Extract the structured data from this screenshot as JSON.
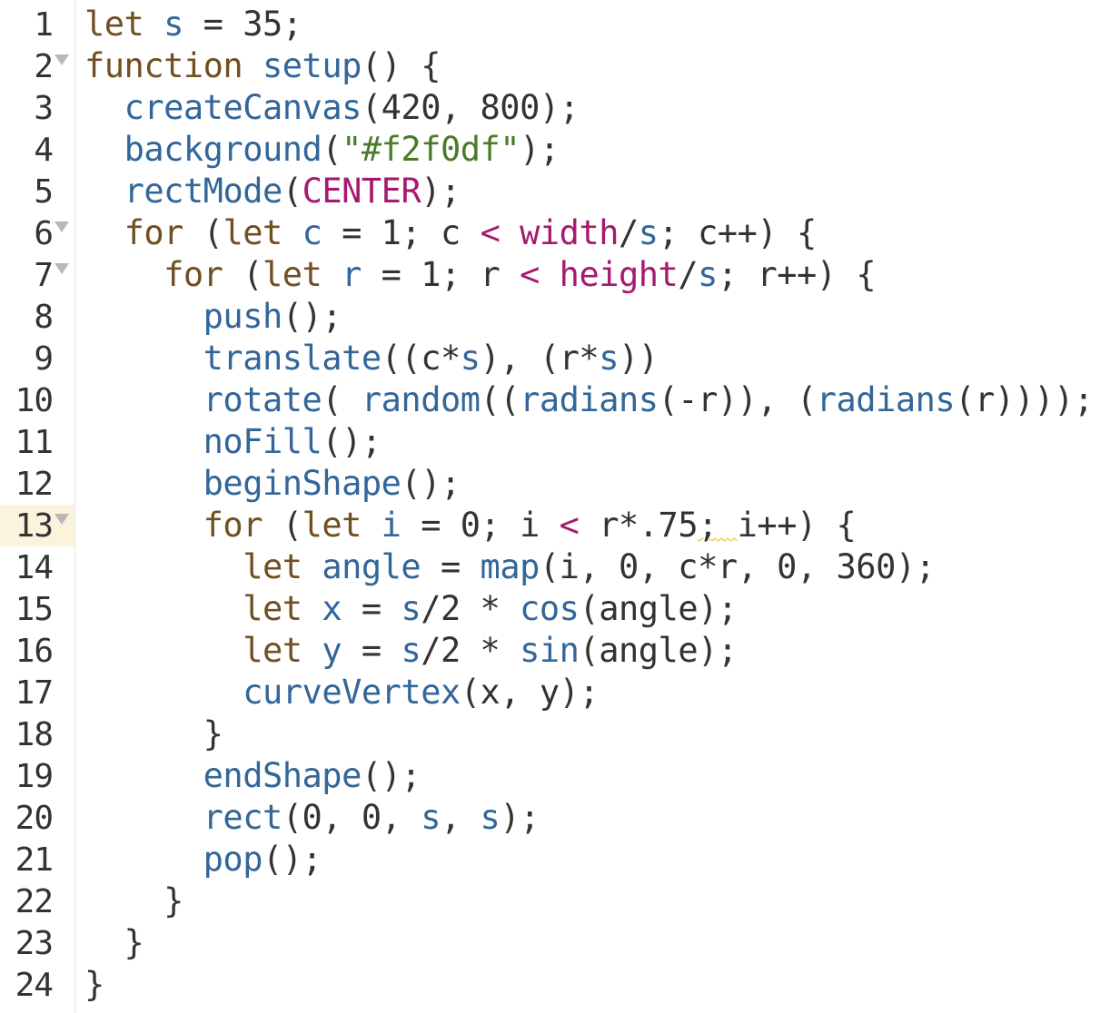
{
  "colors": {
    "keyword": "#704f21",
    "function": "#336699",
    "constant": "#a6196f",
    "string": "#4a7b26",
    "plain": "#333333",
    "active_line": "#fbf3db",
    "fold_marker": "#b8b8b8"
  },
  "active_line": 13,
  "lines": [
    {
      "n": "1",
      "fold": false,
      "tokens": [
        {
          "t": "let",
          "k": "kw"
        },
        {
          "t": " ",
          "k": "plain"
        },
        {
          "t": "s",
          "k": "var"
        },
        {
          "t": " = 35;",
          "k": "plain"
        }
      ]
    },
    {
      "n": "2",
      "fold": true,
      "tokens": [
        {
          "t": "function",
          "k": "kw"
        },
        {
          "t": " ",
          "k": "plain"
        },
        {
          "t": "setup",
          "k": "fn"
        },
        {
          "t": "() {",
          "k": "plain"
        }
      ]
    },
    {
      "n": "3",
      "fold": false,
      "tokens": [
        {
          "t": "  ",
          "k": "plain"
        },
        {
          "t": "createCanvas",
          "k": "fn"
        },
        {
          "t": "(420, 800);",
          "k": "plain"
        }
      ]
    },
    {
      "n": "4",
      "fold": false,
      "tokens": [
        {
          "t": "  ",
          "k": "plain"
        },
        {
          "t": "background",
          "k": "fn"
        },
        {
          "t": "(",
          "k": "plain"
        },
        {
          "t": "\"#f2f0df\"",
          "k": "str"
        },
        {
          "t": ");",
          "k": "plain"
        }
      ]
    },
    {
      "n": "5",
      "fold": false,
      "tokens": [
        {
          "t": "  ",
          "k": "plain"
        },
        {
          "t": "rectMode",
          "k": "fn"
        },
        {
          "t": "(",
          "k": "plain"
        },
        {
          "t": "CENTER",
          "k": "const"
        },
        {
          "t": ");",
          "k": "plain"
        }
      ]
    },
    {
      "n": "6",
      "fold": true,
      "tokens": [
        {
          "t": "  ",
          "k": "plain"
        },
        {
          "t": "for",
          "k": "kw"
        },
        {
          "t": " (",
          "k": "plain"
        },
        {
          "t": "let",
          "k": "kw"
        },
        {
          "t": " ",
          "k": "plain"
        },
        {
          "t": "c",
          "k": "var"
        },
        {
          "t": " = 1; c ",
          "k": "plain"
        },
        {
          "t": "<",
          "k": "const"
        },
        {
          "t": " ",
          "k": "plain"
        },
        {
          "t": "width",
          "k": "const"
        },
        {
          "t": "/",
          "k": "plain"
        },
        {
          "t": "s",
          "k": "var"
        },
        {
          "t": "; c++) {",
          "k": "plain"
        }
      ]
    },
    {
      "n": "7",
      "fold": true,
      "tokens": [
        {
          "t": "    ",
          "k": "plain"
        },
        {
          "t": "for",
          "k": "kw"
        },
        {
          "t": " (",
          "k": "plain"
        },
        {
          "t": "let",
          "k": "kw"
        },
        {
          "t": " ",
          "k": "plain"
        },
        {
          "t": "r",
          "k": "var"
        },
        {
          "t": " = 1; r ",
          "k": "plain"
        },
        {
          "t": "<",
          "k": "const"
        },
        {
          "t": " ",
          "k": "plain"
        },
        {
          "t": "height",
          "k": "const"
        },
        {
          "t": "/",
          "k": "plain"
        },
        {
          "t": "s",
          "k": "var"
        },
        {
          "t": "; r++) {",
          "k": "plain"
        }
      ]
    },
    {
      "n": "8",
      "fold": false,
      "tokens": [
        {
          "t": "      ",
          "k": "plain"
        },
        {
          "t": "push",
          "k": "fn"
        },
        {
          "t": "();",
          "k": "plain"
        }
      ]
    },
    {
      "n": "9",
      "fold": false,
      "tokens": [
        {
          "t": "      ",
          "k": "plain"
        },
        {
          "t": "translate",
          "k": "fn"
        },
        {
          "t": "((c*",
          "k": "plain"
        },
        {
          "t": "s",
          "k": "var"
        },
        {
          "t": "), (r*",
          "k": "plain"
        },
        {
          "t": "s",
          "k": "var"
        },
        {
          "t": "))",
          "k": "plain"
        }
      ]
    },
    {
      "n": "10",
      "fold": false,
      "tokens": [
        {
          "t": "      ",
          "k": "plain"
        },
        {
          "t": "rotate",
          "k": "fn"
        },
        {
          "t": "( ",
          "k": "plain"
        },
        {
          "t": "random",
          "k": "fn"
        },
        {
          "t": "((",
          "k": "plain"
        },
        {
          "t": "radians",
          "k": "fn"
        },
        {
          "t": "(-r)), (",
          "k": "plain"
        },
        {
          "t": "radians",
          "k": "fn"
        },
        {
          "t": "(r))));",
          "k": "plain"
        }
      ]
    },
    {
      "n": "11",
      "fold": false,
      "tokens": [
        {
          "t": "      ",
          "k": "plain"
        },
        {
          "t": "noFill",
          "k": "fn"
        },
        {
          "t": "();",
          "k": "plain"
        }
      ]
    },
    {
      "n": "12",
      "fold": false,
      "tokens": [
        {
          "t": "      ",
          "k": "plain"
        },
        {
          "t": "beginShape",
          "k": "fn"
        },
        {
          "t": "();",
          "k": "plain"
        }
      ]
    },
    {
      "n": "13",
      "fold": true,
      "tokens": [
        {
          "t": "      ",
          "k": "plain"
        },
        {
          "t": "for",
          "k": "kw"
        },
        {
          "t": " (",
          "k": "plain"
        },
        {
          "t": "let",
          "k": "kw"
        },
        {
          "t": " ",
          "k": "plain"
        },
        {
          "t": "i",
          "k": "var"
        },
        {
          "t": " = 0; i ",
          "k": "plain"
        },
        {
          "t": "<",
          "k": "const"
        },
        {
          "t": " r*.75",
          "k": "plain"
        },
        {
          "t": "; ",
          "k": "squiggle"
        },
        {
          "t": "i++) {",
          "k": "plain"
        }
      ]
    },
    {
      "n": "14",
      "fold": false,
      "tokens": [
        {
          "t": "        ",
          "k": "plain"
        },
        {
          "t": "let",
          "k": "kw"
        },
        {
          "t": " ",
          "k": "plain"
        },
        {
          "t": "angle",
          "k": "var"
        },
        {
          "t": " = ",
          "k": "plain"
        },
        {
          "t": "map",
          "k": "fn"
        },
        {
          "t": "(i, 0, c*r, 0, 360);",
          "k": "plain"
        }
      ]
    },
    {
      "n": "15",
      "fold": false,
      "tokens": [
        {
          "t": "        ",
          "k": "plain"
        },
        {
          "t": "let",
          "k": "kw"
        },
        {
          "t": " ",
          "k": "plain"
        },
        {
          "t": "x",
          "k": "var"
        },
        {
          "t": " = ",
          "k": "plain"
        },
        {
          "t": "s",
          "k": "var"
        },
        {
          "t": "/2 * ",
          "k": "plain"
        },
        {
          "t": "cos",
          "k": "fn"
        },
        {
          "t": "(angle);",
          "k": "plain"
        }
      ]
    },
    {
      "n": "16",
      "fold": false,
      "tokens": [
        {
          "t": "        ",
          "k": "plain"
        },
        {
          "t": "let",
          "k": "kw"
        },
        {
          "t": " ",
          "k": "plain"
        },
        {
          "t": "y",
          "k": "var"
        },
        {
          "t": " = ",
          "k": "plain"
        },
        {
          "t": "s",
          "k": "var"
        },
        {
          "t": "/2 * ",
          "k": "plain"
        },
        {
          "t": "sin",
          "k": "fn"
        },
        {
          "t": "(angle);",
          "k": "plain"
        }
      ]
    },
    {
      "n": "17",
      "fold": false,
      "tokens": [
        {
          "t": "        ",
          "k": "plain"
        },
        {
          "t": "curveVertex",
          "k": "fn"
        },
        {
          "t": "(x, y);",
          "k": "plain"
        }
      ]
    },
    {
      "n": "18",
      "fold": false,
      "tokens": [
        {
          "t": "      }",
          "k": "plain"
        }
      ]
    },
    {
      "n": "19",
      "fold": false,
      "tokens": [
        {
          "t": "      ",
          "k": "plain"
        },
        {
          "t": "endShape",
          "k": "fn"
        },
        {
          "t": "();",
          "k": "plain"
        }
      ]
    },
    {
      "n": "20",
      "fold": false,
      "tokens": [
        {
          "t": "      ",
          "k": "plain"
        },
        {
          "t": "rect",
          "k": "fn"
        },
        {
          "t": "(0, 0, ",
          "k": "plain"
        },
        {
          "t": "s",
          "k": "var"
        },
        {
          "t": ", ",
          "k": "plain"
        },
        {
          "t": "s",
          "k": "var"
        },
        {
          "t": ");",
          "k": "plain"
        }
      ]
    },
    {
      "n": "21",
      "fold": false,
      "tokens": [
        {
          "t": "      ",
          "k": "plain"
        },
        {
          "t": "pop",
          "k": "fn"
        },
        {
          "t": "();",
          "k": "plain"
        }
      ]
    },
    {
      "n": "22",
      "fold": false,
      "tokens": [
        {
          "t": "    }",
          "k": "plain"
        }
      ]
    },
    {
      "n": "23",
      "fold": false,
      "tokens": [
        {
          "t": "  }",
          "k": "plain"
        }
      ]
    },
    {
      "n": "24",
      "fold": false,
      "tokens": [
        {
          "t": "}",
          "k": "plain"
        }
      ]
    }
  ]
}
